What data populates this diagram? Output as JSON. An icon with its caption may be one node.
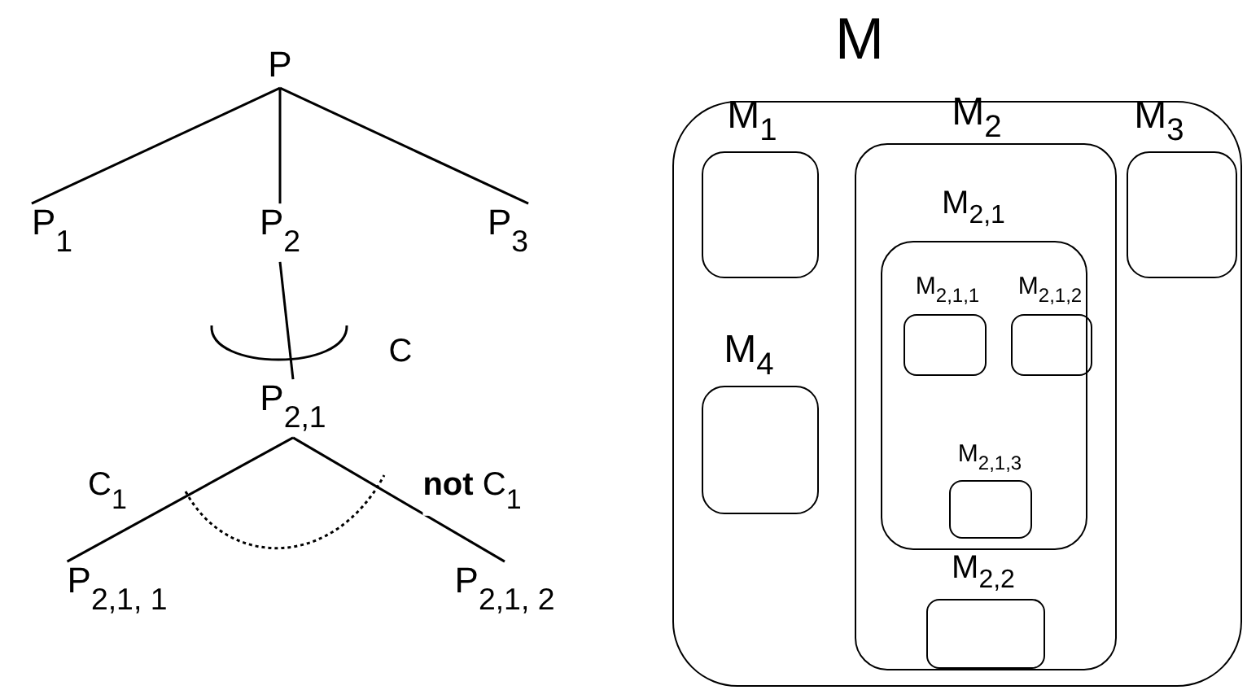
{
  "diagram": {
    "nodes": [
      {
        "text": [
          "P"
        ]
      },
      {
        "text": [
          "P$_{1}$"
        ]
      },
      {
        "text": [
          "P$_{2}$"
        ]
      },
      {
        "text": [
          "P$_{3}$"
        ]
      },
      {
        "text": [
          "P$_{2,1}$"
        ]
      },
      {
        "text": [
          "P$_{2,1, 1}$"
        ]
      },
      {
        "text": [
          "P$_{2,1, 2}$"
        ]
      },
      {
        "text": [
          "M"
        ]
      },
      {
        "text": [
          "M$_{1}$"
        ],
        "in": 7
      },
      {
        "text": [
          "M$_{2}$"
        ],
        "in": 7
      },
      {
        "text": [
          "M$_{3}$"
        ],
        "in": 7
      },
      {
        "text": [
          "M$_{2,1}$"
        ],
        "in": 9
      },
      {
        "text": [
          "M$_{2,1,1}$"
        ],
        "in": 11
      },
      {
        "text": [
          "M$_{2,1,2}$"
        ],
        "in": 11
      },
      {
        "text": [
          "M$_{4}$"
        ],
        "in": 7
      },
      {
        "text": [
          "M$_{2,1,3}$"
        ],
        "in": 11
      },
      {
        "text": [
          "M$_{2,2}$"
        ],
        "in": 9
      }
    ],
    "edges": [
      {
        "from": 0,
        "to": 1,
        "arrow": "none"
      },
      {
        "from": 0,
        "to": 2,
        "arrow": "none"
      },
      {
        "from": 0,
        "to": 3,
        "arrow": "none"
      },
      {
        "from": 2,
        "to": 4,
        "arrow": "none",
        "label": "C"
      },
      {
        "from": 4,
        "to": 5,
        "arrow": "none",
        "label": "C$_{1}$"
      },
      {
        "from": 4,
        "to": 6,
        "arrow": "none",
        "label": "**not** C$_{1}$"
      }
    ]
  }
}
